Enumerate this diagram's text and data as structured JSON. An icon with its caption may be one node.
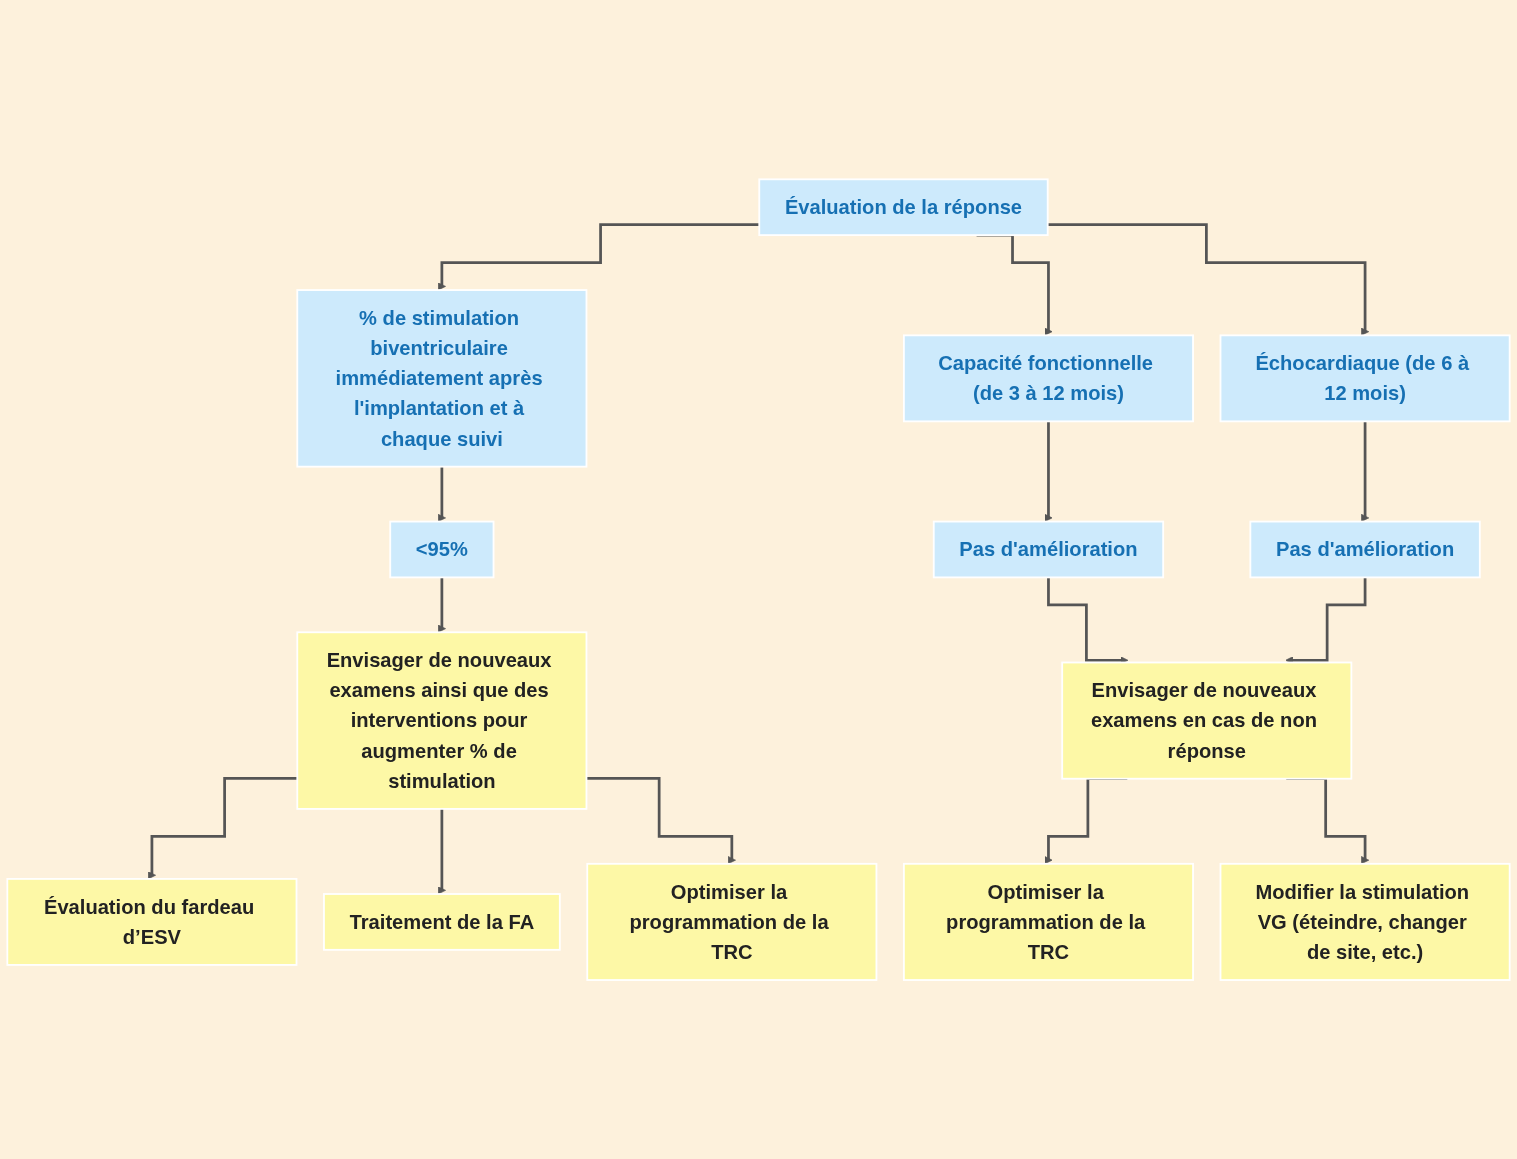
{
  "diagram": {
    "nodes": [
      {
        "text": [
          "Évaluation de la réponse"
        ]
      },
      {
        "text": [
          "% de stimulation biventriculaire immédiatement après l'implantation et à chaque suivi"
        ]
      },
      {
        "text": [
          "Capacité fonctionnelle (de 3 à 12 mois)"
        ]
      },
      {
        "text": [
          "Échocardiaque (de 6 à 12 mois)"
        ]
      },
      {
        "text": [
          "<95%"
        ]
      },
      {
        "text": [
          "Pas d'amélioration"
        ]
      },
      {
        "text": [
          "Pas d'amélioration"
        ]
      },
      {
        "text": [
          "Envisager de nouveaux examens ainsi que des interventions pour augmenter % de stimulation"
        ]
      },
      {
        "text": [
          "Envisager de nouveaux examens en cas de non réponse"
        ]
      },
      {
        "text": [
          "Évaluation du fardeau d’ESV"
        ]
      },
      {
        "text": [
          "Traitement de la FA"
        ]
      },
      {
        "text": [
          "Optimiser la programmation de la TRC"
        ]
      },
      {
        "text": [
          "Optimiser la programmation de la TRC"
        ]
      },
      {
        "text": [
          "Modifier la stimulation VG (éteindre, changer de site, etc.)"
        ]
      }
    ],
    "edges": [
      {
        "from": 0,
        "to": 1,
        "arrow": "to"
      },
      {
        "from": 0,
        "to": 2,
        "arrow": "to"
      },
      {
        "from": 0,
        "to": 3,
        "arrow": "to"
      },
      {
        "from": 1,
        "to": 4,
        "arrow": "to"
      },
      {
        "from": 2,
        "to": 5,
        "arrow": "to"
      },
      {
        "from": 3,
        "to": 6,
        "arrow": "to"
      },
      {
        "from": 4,
        "to": 7,
        "arrow": "to"
      },
      {
        "from": 5,
        "to": 8,
        "arrow": "to"
      },
      {
        "from": 6,
        "to": 8,
        "arrow": "to"
      },
      {
        "from": 7,
        "to": 9,
        "arrow": "to"
      },
      {
        "from": 7,
        "to": 10,
        "arrow": "to"
      },
      {
        "from": 7,
        "to": 11,
        "arrow": "to"
      },
      {
        "from": 8,
        "to": 12,
        "arrow": "to"
      },
      {
        "from": 8,
        "to": 13,
        "arrow": "to"
      }
    ]
  }
}
